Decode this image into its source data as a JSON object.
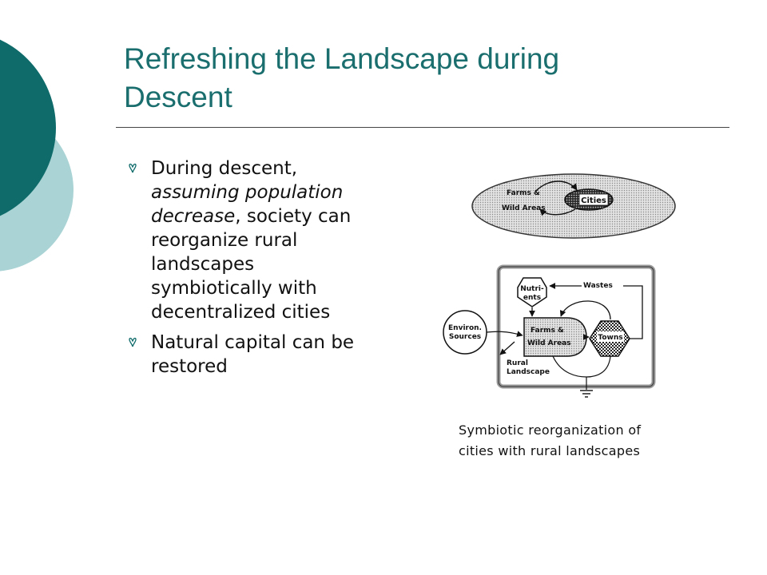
{
  "slide": {
    "title_lines": [
      "Refreshing the Landscape during",
      "Descent"
    ],
    "bullets": [
      {
        "segments": [
          {
            "text": "During descent, "
          },
          {
            "text": "assuming population decrease",
            "italic": true
          },
          {
            "text": ", society can reorganize rural landscapes symbiotically with decentralized cities"
          }
        ]
      },
      {
        "segments": [
          {
            "text": "Natural capital can be restored"
          }
        ]
      }
    ],
    "caption_lines": [
      "Symbiotic reorganization of",
      "cities with rural landscapes"
    ]
  },
  "diagram": {
    "top": {
      "farms_label": [
        "Farms &",
        "Wild   Areas"
      ],
      "cities_label": "Cities"
    },
    "bottom": {
      "nutrients_label": [
        "Nutri-",
        "ents"
      ],
      "wastes_label": "Wastes",
      "environ_label": [
        "Environ.",
        "Sources"
      ],
      "farms_label": [
        "Farms &",
        "Wild   Areas"
      ],
      "towns_label": "Towns",
      "rural_label": [
        "Rural",
        "Landscape"
      ]
    }
  },
  "colors": {
    "accent_dark": "#0e6b6a",
    "accent_light": "#a9d3d4",
    "title": "#1b6e6e"
  }
}
